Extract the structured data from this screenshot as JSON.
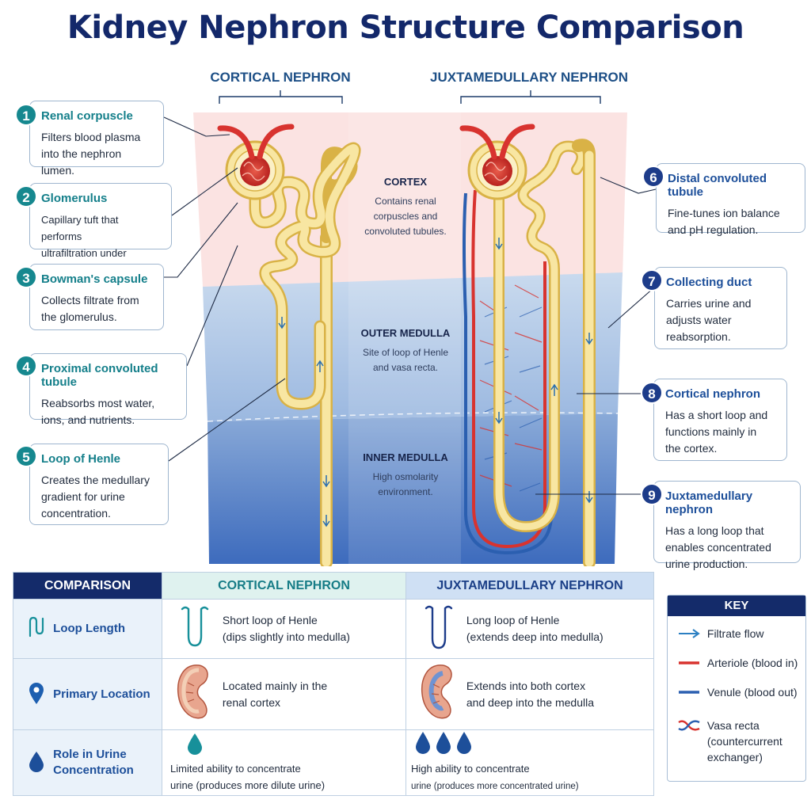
{
  "title": "Kidney Nephron Structure Comparison",
  "columns": {
    "cortical": "CORTICAL NEPHRON",
    "juxtamedullary": "JUXTAMEDULLARY NEPHRON"
  },
  "zones": {
    "cortex": {
      "title": "CORTEX",
      "desc": [
        "Contains renal",
        "corpuscles and",
        "convoluted tubules."
      ]
    },
    "outer": {
      "title": "OUTER MEDULLA",
      "desc": [
        "Site of loop of Henle",
        "and vasa recta."
      ]
    },
    "inner": {
      "title": "INNER MEDULLA",
      "desc": [
        "High osmolarity",
        "environment."
      ]
    }
  },
  "callouts": [
    {
      "num": "1",
      "title": "Renal corpuscle",
      "desc": [
        "Filters blood plasma",
        "into the nephron lumen."
      ]
    },
    {
      "num": "2",
      "title": "Glomerulus",
      "desc": [
        "Capillary tuft that performs",
        "ultrafiltration under pressure."
      ]
    },
    {
      "num": "3",
      "title": "Bowman's capsule",
      "desc": [
        "Collects filtrate from",
        "the glomerulus."
      ]
    },
    {
      "num": "4",
      "title": "Proximal convoluted tubule",
      "desc": [
        "Reabsorbs most water,",
        "ions, and nutrients."
      ]
    },
    {
      "num": "5",
      "title": "Loop of Henle",
      "desc": [
        "Creates the medullary",
        "gradient for urine",
        "concentration."
      ]
    },
    {
      "num": "6",
      "title": "Distal convoluted tubule",
      "desc": [
        "Fine-tunes ion balance",
        "and pH regulation."
      ]
    },
    {
      "num": "7",
      "title": "Collecting duct",
      "desc": [
        "Carries urine and",
        "adjusts water",
        "reabsorption."
      ]
    },
    {
      "num": "8",
      "title": "Cortical nephron",
      "desc": [
        "Has a short loop and",
        "functions mainly in",
        "the cortex."
      ]
    },
    {
      "num": "9",
      "title": "Juxtamedullary nephron",
      "desc": [
        "Has a long loop that",
        "enables concentrated",
        "urine production."
      ]
    }
  ],
  "comparison": {
    "headers": [
      "COMPARISON",
      "CORTICAL NEPHRON",
      "JUXTAMEDULLARY NEPHRON"
    ],
    "rows": [
      {
        "label": [
          "Loop Length"
        ],
        "icon": "loop-icon",
        "cortical": [
          "Short loop of Henle",
          "(dips slightly into medulla)"
        ],
        "juxta": [
          "Long loop of Henle",
          "(extends deep into medulla)"
        ]
      },
      {
        "label": [
          "Primary Location"
        ],
        "icon": "location-pin-icon",
        "cortical": [
          "Located mainly in the",
          "renal cortex"
        ],
        "juxta": [
          "Extends into both cortex",
          "and deep into the medulla"
        ]
      },
      {
        "label": [
          "Role in Urine",
          "Concentration"
        ],
        "icon": "droplet-icon",
        "cortical": [
          "Limited ability to concentrate",
          "urine (produces more dilute urine)"
        ],
        "juxta": [
          "High ability to concentrate",
          "urine (produces more concentrated urine)"
        ]
      }
    ]
  },
  "key": {
    "title": "KEY",
    "items": [
      {
        "icon": "arrow-icon",
        "label": [
          "Filtrate flow"
        ]
      },
      {
        "icon": "red-line-icon",
        "label": [
          "Arteriole (blood in)"
        ]
      },
      {
        "icon": "blue-line-icon",
        "label": [
          "Venule (blood out)"
        ]
      },
      {
        "icon": "vasa-recta-icon",
        "label": [
          "Vasa recta",
          "(countercurrent",
          "exchanger)"
        ]
      }
    ]
  },
  "colors": {
    "title": "#13286a",
    "teal": "#16888f",
    "navy": "#1d3c8a",
    "cortex": "#fbe3e2",
    "outer_medulla": "#b9cfe8",
    "inner_medulla": "#6e95cf",
    "tubule": "#f8e6a2",
    "tubule_edge": "#d9b246",
    "arteriole": "#d8332f",
    "venule": "#2b5fb0"
  }
}
